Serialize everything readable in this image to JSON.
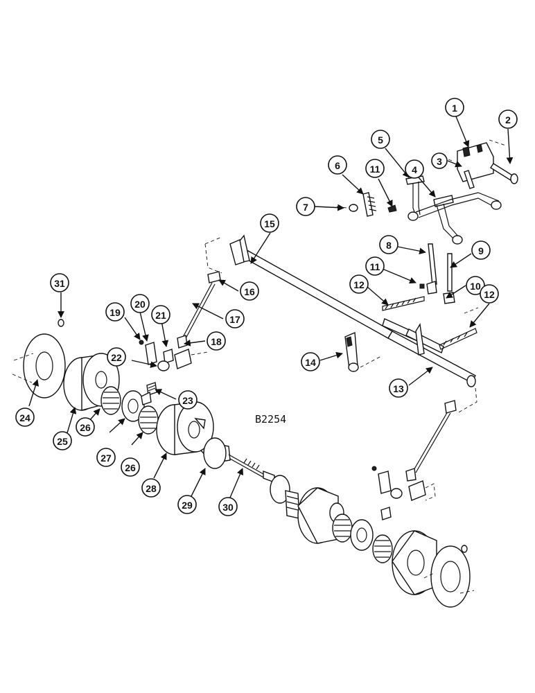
{
  "figure_code": "B2254",
  "callouts": [
    "1",
    "2",
    "3",
    "4",
    "5",
    "6",
    "7",
    "8",
    "9",
    "10",
    "11",
    "11",
    "12",
    "12",
    "13",
    "14",
    "15",
    "16",
    "17",
    "18",
    "19",
    "20",
    "21",
    "22",
    "23",
    "24",
    "25",
    "26",
    "26",
    "27",
    "28",
    "29",
    "30",
    "31"
  ]
}
